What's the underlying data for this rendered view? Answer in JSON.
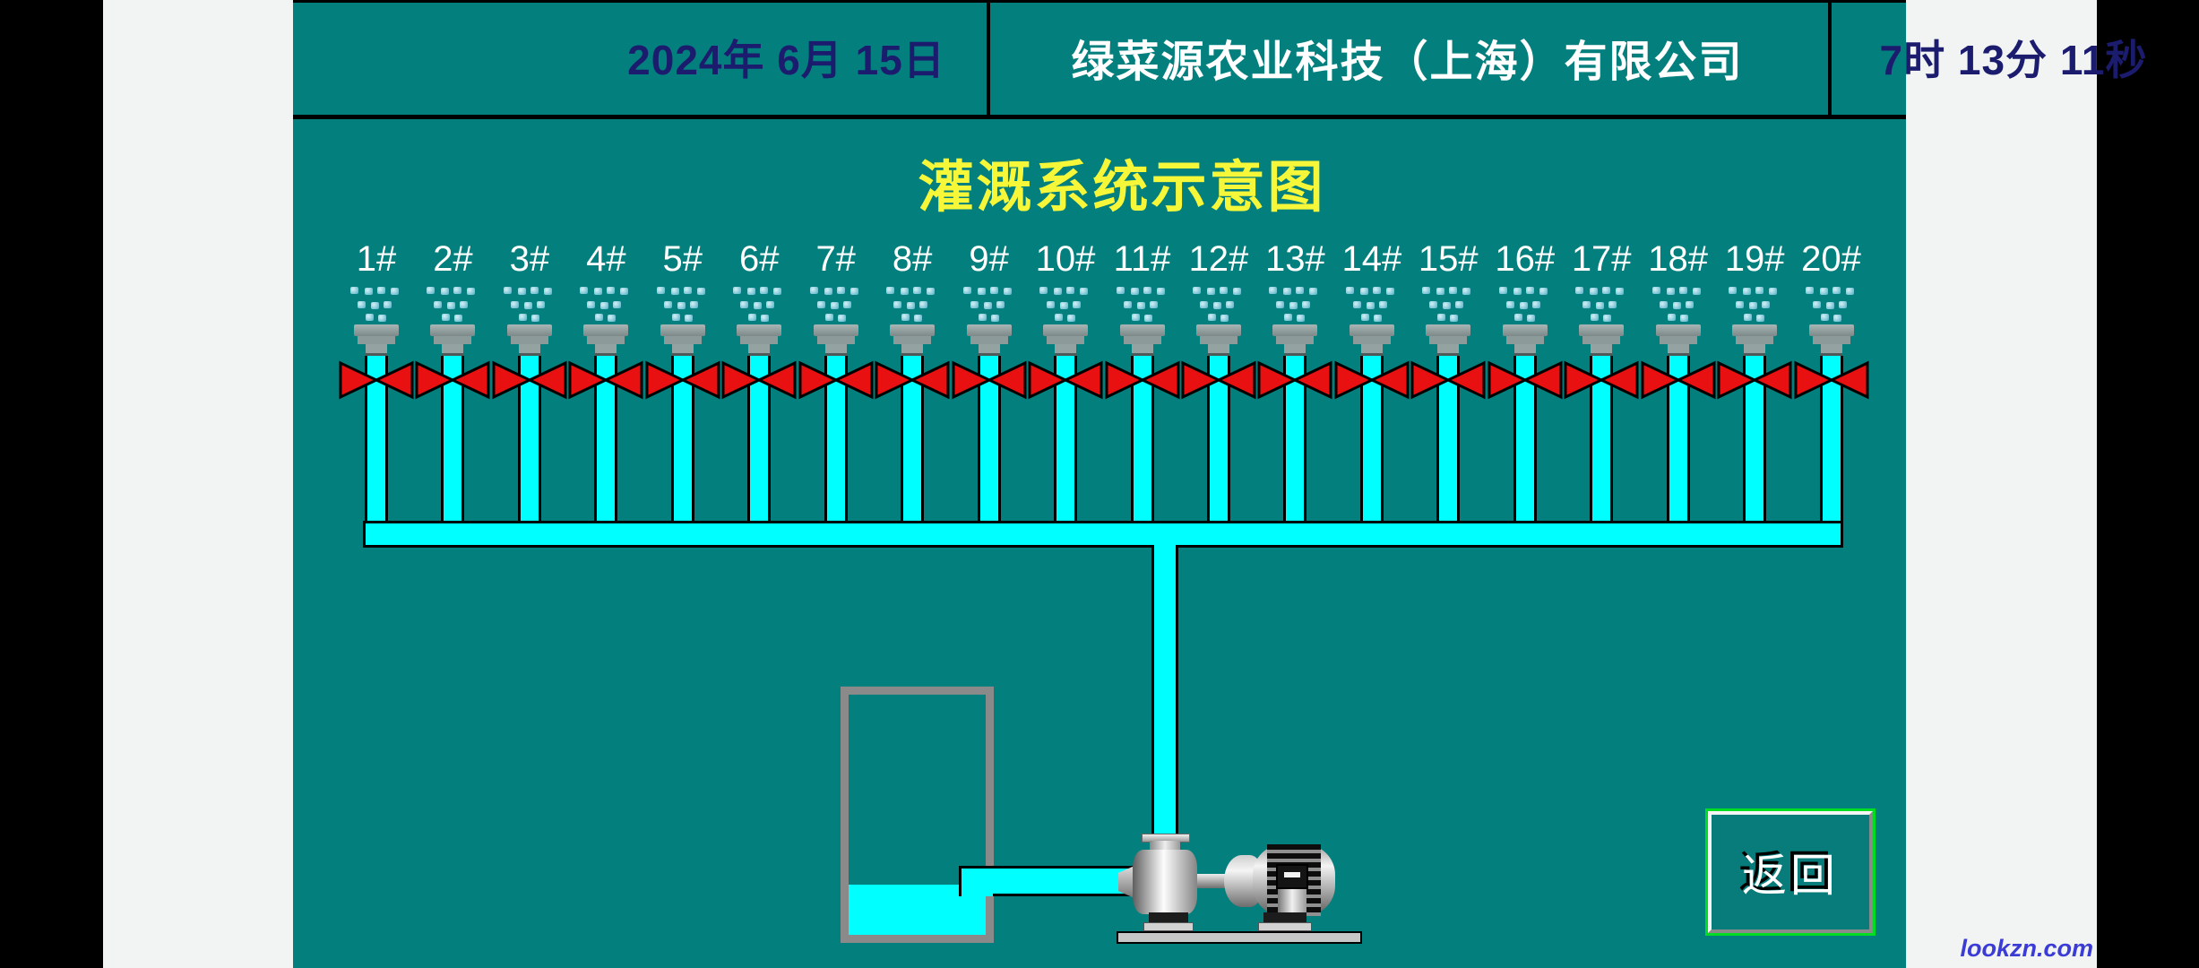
{
  "header": {
    "date": "2024年  6月 15日",
    "company": "绿菜源农业科技（上海）有限公司",
    "time": "7时 13分 11秒"
  },
  "title": "灌溉系统示意图",
  "sprinklers": {
    "labels": [
      "1#",
      "2#",
      "3#",
      "4#",
      "5#",
      "6#",
      "7#",
      "8#",
      "9#",
      "10#",
      "11#",
      "12#",
      "13#",
      "14#",
      "15#",
      "16#",
      "17#",
      "18#",
      "19#",
      "20#"
    ]
  },
  "return_button": {
    "label": "返回"
  },
  "watermark": "lookzn.com",
  "icons": {
    "valve": "valve-icon",
    "spray": "spray-icon",
    "nozzle": "sprinkler-nozzle-icon",
    "pump": "pump-icon",
    "motor": "motor-icon",
    "tank": "water-tank"
  },
  "colors": {
    "panel_teal": "#037f7d",
    "pipe_cyan": "#00ffff",
    "valve_red": "#e81010",
    "title_yellow": "#f7f73a",
    "header_navy": "#1c1c6e",
    "button_green_border": "#00dd22",
    "watermark_blue": "#3b3bd6",
    "side_gray": "#f1f4f2",
    "tank_gray": "#8a8a8a"
  }
}
